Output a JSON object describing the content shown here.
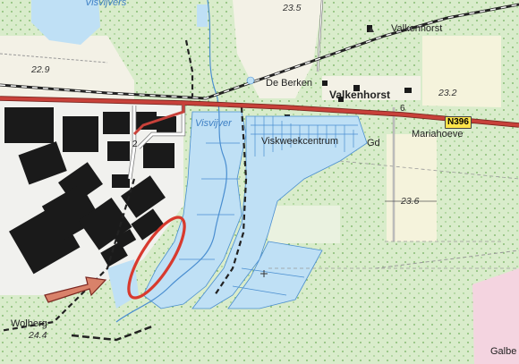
{
  "map": {
    "labels": {
      "visvijvers_top": "Visvijvers",
      "valkenhorst_small": "Valkenhorst",
      "de_berken": "De Berken",
      "valkenhorst_town": "Valkenhorst",
      "visvijver": "Visvijver",
      "viskweekcentrum": "Viskweekcentrum",
      "gd": "Gd",
      "mariahoeve": "Mariahoeve",
      "wolberg": "Wolberg",
      "galbe": "Galbe"
    },
    "elevations": {
      "e_23_5": "23.5",
      "e_22_9": "22.9",
      "e_23_2": "23.2",
      "e_23_6": "23.6",
      "e_24_4": "24.4",
      "num_6": "6",
      "num_2": "2"
    },
    "road_shield": "N396",
    "colors": {
      "forest": "#d9eccb",
      "water": "#bfe0f5",
      "road": "#c8413a",
      "building": "#1a1a1a",
      "highlight_ellipse": "#d83a2e",
      "arrow": "#d9826a"
    },
    "annotations": {
      "ellipse": "red-ellipse",
      "arrow": "pointer-arrow"
    }
  }
}
